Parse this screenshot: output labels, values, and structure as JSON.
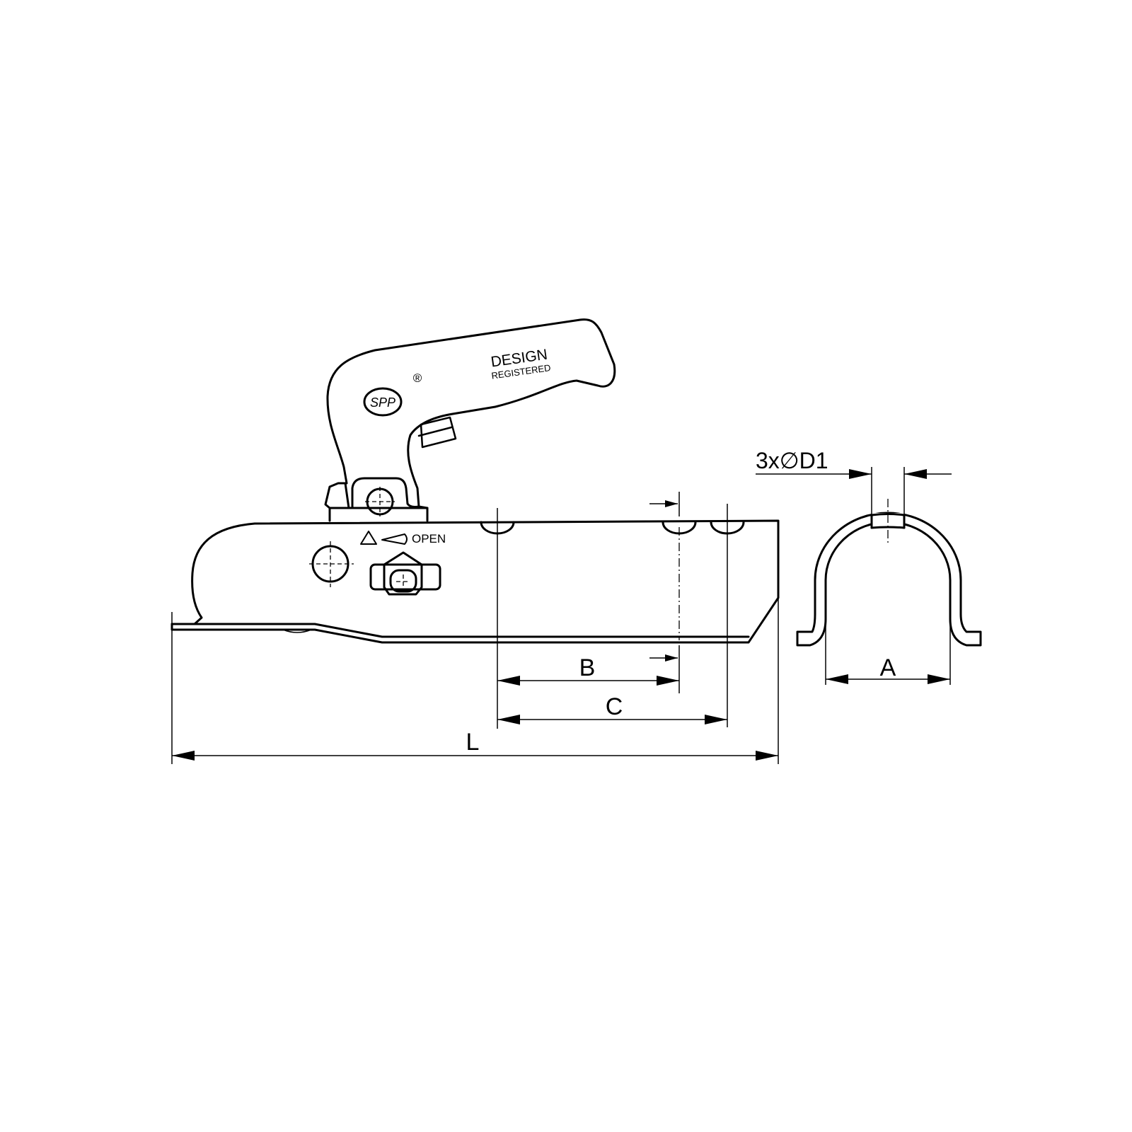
{
  "drawing": {
    "handle_text": {
      "design": "DESIGN",
      "registered": "REGISTERED",
      "logo": "SPP",
      "trademark": "®"
    },
    "warning_text": "OPEN",
    "dimensions": {
      "B": "B",
      "C": "C",
      "L": "L",
      "A": "A",
      "hole": "3x∅D1"
    }
  }
}
